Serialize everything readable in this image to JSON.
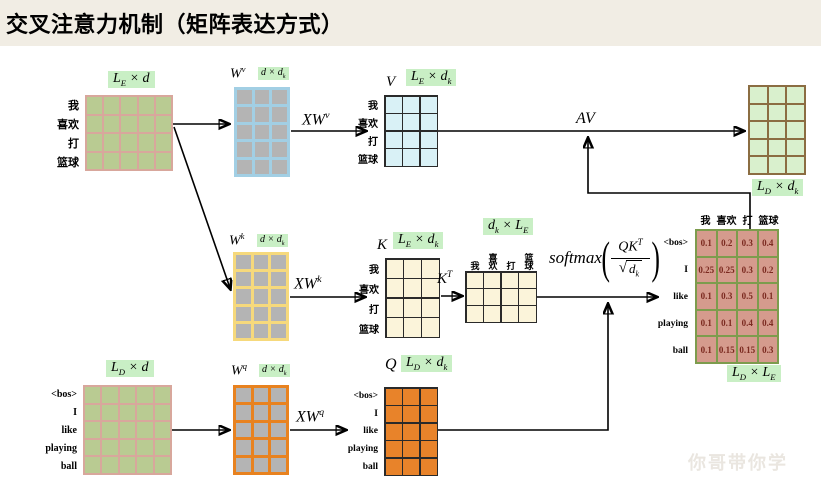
{
  "title": "交叉注意力机制（矩阵表达方式）",
  "watermark": "你哥带你学",
  "colors": {
    "title-bg": "#f1ede4",
    "hl": "#c9efc5",
    "enc-cell": "#b9cb92",
    "enc-border": "#d8a79c",
    "gray-cell": "#b4b4b4",
    "wv-bg": "#a2cfe4",
    "wk-bg": "#f6d97c",
    "wq-bg": "#e8821f",
    "v-cell": "#d9f1f6",
    "k-cell": "#fbf4da",
    "q-cell": "#e8832a",
    "out-cell": "#d9f0cd",
    "out-border": "#8b6d42",
    "attn-cell": "#d59b8d",
    "attn-border": "#7d9c4d",
    "attn-text": "#7b2a20",
    "dark": "#2a2a2a"
  },
  "matrix_names": {
    "wv": "W^v",
    "v": "V",
    "wk": "W^k",
    "k": "K",
    "wq": "W^q",
    "q": "Q"
  },
  "dim_labels": {
    "enc": "L_E × d",
    "wv": "d × d_k",
    "v": "L_E × d_k",
    "out": "L_D × d_k",
    "wk": "d × d_k",
    "k": "L_E × d_k",
    "kt": "d_k × L_E",
    "attn": "L_D × L_E",
    "dec": "L_D × d",
    "wq": "d × d_k",
    "q": "L_D × d_k"
  },
  "arrow_labels": {
    "xwv": "XW^v",
    "av": "AV",
    "xwk": "XW^k",
    "kt": "K^T",
    "xwq": "XW^q"
  },
  "formula": {
    "fn": "softmax",
    "open_paren": "(",
    "numerator": "QK^T",
    "radical": "√",
    "radicand": "d_k",
    "close_paren": ")"
  },
  "encoder_tokens": [
    "我",
    "喜欢",
    "打",
    "篮球"
  ],
  "decoder_tokens": [
    "<bos>",
    "I",
    "like",
    "playing",
    "ball"
  ],
  "attention": {
    "col_headers": [
      "我",
      "喜欢",
      "打",
      "篮球"
    ],
    "row_labels": [
      "<bos>",
      "I",
      "like",
      "playing",
      "ball"
    ],
    "values": [
      [
        0.1,
        0.2,
        0.3,
        0.4
      ],
      [
        0.25,
        0.25,
        0.3,
        0.2
      ],
      [
        0.1,
        0.3,
        0.5,
        0.1
      ],
      [
        0.1,
        0.1,
        0.4,
        0.4
      ],
      [
        0.1,
        0.15,
        0.15,
        0.3
      ]
    ]
  },
  "grids": {
    "enc": {
      "rows": 4,
      "cols": 5
    },
    "wv": {
      "rows": 5,
      "cols": 3
    },
    "v": {
      "rows": 4,
      "cols": 3
    },
    "out": {
      "rows": 5,
      "cols": 3
    },
    "wk": {
      "rows": 5,
      "cols": 3
    },
    "k": {
      "rows": 4,
      "cols": 3
    },
    "kt": {
      "rows": 3,
      "cols": 4
    },
    "dec": {
      "rows": 5,
      "cols": 5
    },
    "wq": {
      "rows": 5,
      "cols": 3
    },
    "q": {
      "rows": 5,
      "cols": 3
    }
  }
}
